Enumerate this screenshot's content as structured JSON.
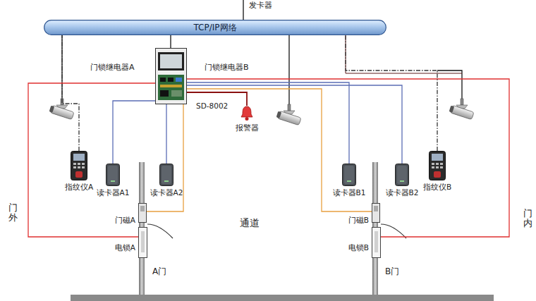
{
  "diagram": {
    "nodes": [
      {
        "text": [
          "TCP/IP网络"
        ]
      },
      {
        "text": [
          "SD-8002"
        ]
      },
      {
        "text": [
          "报警器"
        ]
      },
      {
        "text": [
          "指纹仪A"
        ]
      },
      {
        "text": [
          "读卡器A1"
        ]
      },
      {
        "text": [
          "读卡器A2"
        ]
      },
      {
        "text": [
          "读卡器B1"
        ]
      },
      {
        "text": [
          "读卡器B2"
        ]
      },
      {
        "text": [
          "指纹仪B"
        ]
      },
      {
        "text": [
          "门磁A"
        ]
      },
      {
        "text": [
          "电锁A"
        ]
      },
      {
        "text": [
          "门磁B"
        ]
      },
      {
        "text": [
          "电锁B"
        ]
      }
    ],
    "edges": [
      {
        "from": 1,
        "to": 0,
        "arrow": "none"
      },
      {
        "from": 3,
        "to": 0,
        "arrow": "none"
      },
      {
        "from": 1,
        "to": 4,
        "arrow": "none"
      },
      {
        "from": 1,
        "to": 5,
        "arrow": "none"
      },
      {
        "from": 1,
        "to": 10,
        "arrow": "none"
      },
      {
        "from": 1,
        "to": 9,
        "arrow": "none"
      },
      {
        "from": 1,
        "to": 2,
        "arrow": "none"
      },
      {
        "from": 1,
        "to": 6,
        "arrow": "none"
      },
      {
        "from": 1,
        "to": 7,
        "arrow": "none"
      },
      {
        "from": 1,
        "to": 11,
        "arrow": "none"
      },
      {
        "from": 1,
        "to": 12,
        "arrow": "none"
      },
      {
        "from": 8,
        "to": 0,
        "arrow": "none"
      }
    ],
    "labels": [
      "发卡器",
      "门锁继电器A",
      "门锁继电器B",
      "通道",
      "A门",
      "B门",
      "门外",
      "门内"
    ]
  }
}
